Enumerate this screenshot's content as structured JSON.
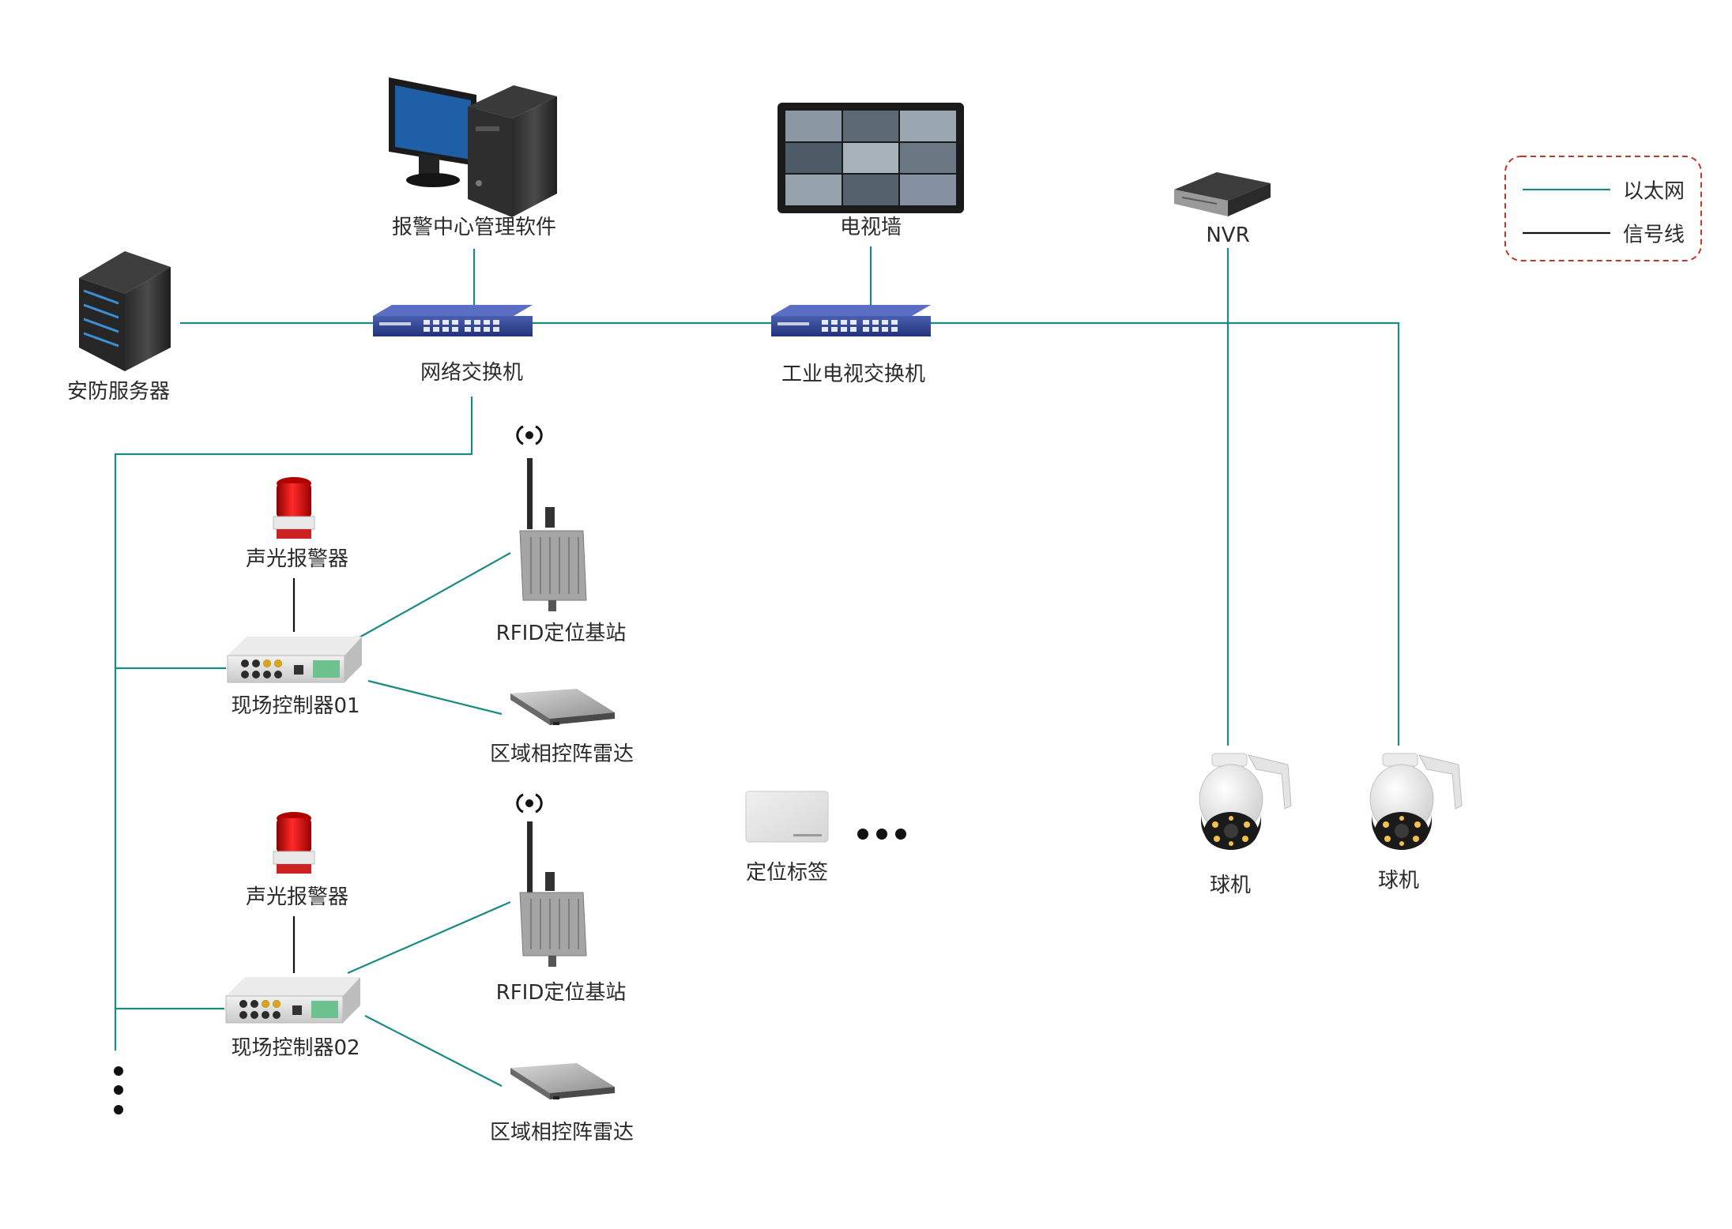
{
  "legend": {
    "ethernet_label": "以太网",
    "signal_label": "信号线",
    "ethernet_color": "#1a8a85",
    "signal_color": "#111111",
    "border_color": "#c0392b"
  },
  "nodes": {
    "alarm_center": "报警中心管理软件",
    "tv_wall": "电视墙",
    "nvr": "NVR",
    "security_server": "安防服务器",
    "network_switch": "网络交换机",
    "industrial_switch": "工业电视交换机",
    "alarm_1": "声光报警器",
    "rfid_1": "RFID定位基站",
    "controller_1": "现场控制器01",
    "radar_1": "区域相控阵雷达",
    "alarm_2": "声光报警器",
    "rfid_2": "RFID定位基站",
    "controller_2": "现场控制器02",
    "radar_2": "区域相控阵雷达",
    "tag": "定位标签",
    "camera_1": "球机",
    "camera_2": "球机"
  },
  "icons": {
    "alarm_center": "desktop-computer-icon",
    "tv_wall": "video-wall-monitor-icon",
    "nvr": "nvr-recorder-icon",
    "security_server": "server-tower-icon",
    "switch": "network-switch-icon",
    "alarm": "strobe-siren-icon",
    "rfid": "rfid-base-station-icon",
    "controller": "field-controller-icon",
    "radar": "phased-array-radar-icon",
    "tag": "rfid-tag-card-icon",
    "camera": "ptz-dome-camera-icon"
  }
}
